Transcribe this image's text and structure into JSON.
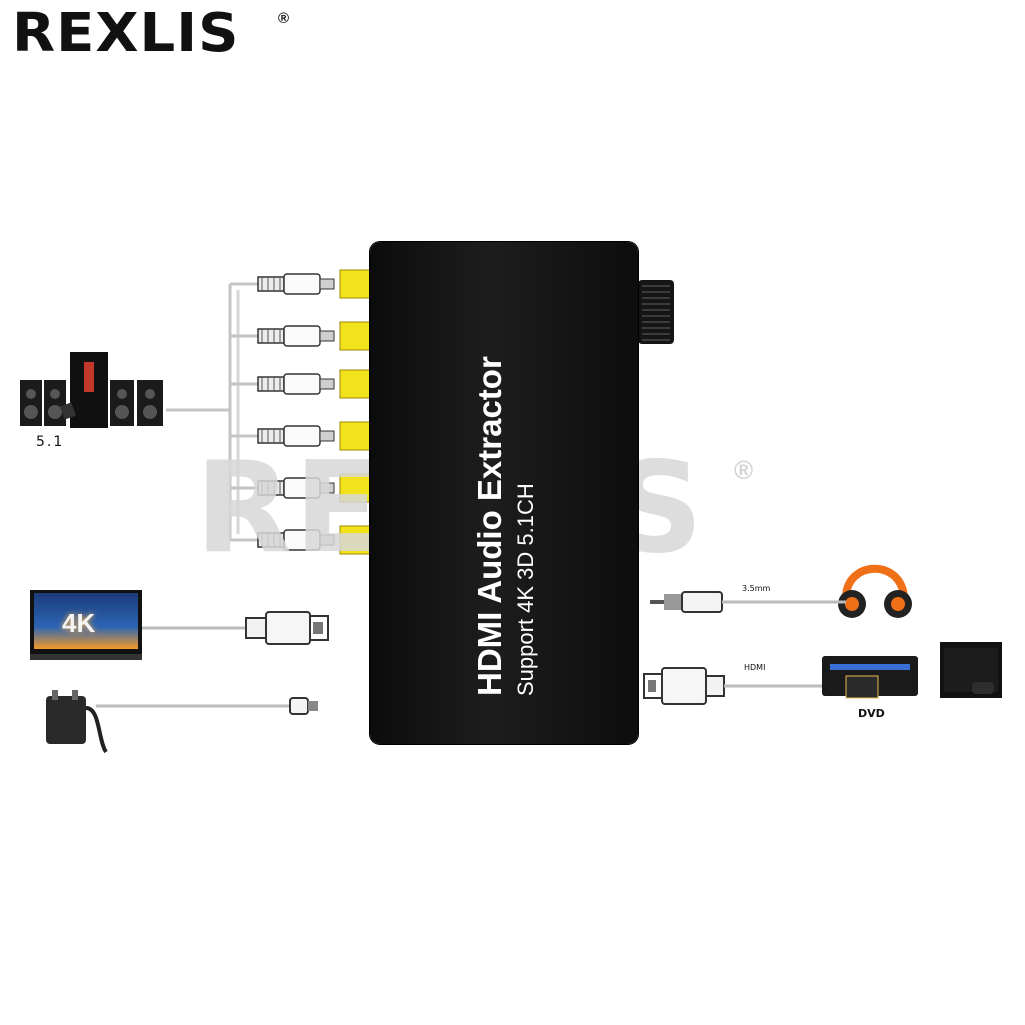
{
  "brand": {
    "name": "REXLIS",
    "reg_mark": "®"
  },
  "watermark": {
    "text": "REXLIS",
    "reg_mark": "®"
  },
  "device": {
    "title": "HDMI Audio Extractor",
    "subtitle": "Support 4K 3D 5.1CH"
  },
  "labels": {
    "speakers": "5.1",
    "headphone_cable": "3.5mm",
    "hdmi_cable": "HDMI",
    "dvd": "DVD",
    "tv_badge": "4K"
  },
  "colors": {
    "device_body": "#111111",
    "rca_port": "#f2e21c",
    "cable": "#bdbdbd",
    "headphone_orange": "#f07018",
    "watermark": "#d8d8d8"
  },
  "icons": {
    "speakers": "speaker-system-icon",
    "tv": "tv-4k-icon",
    "power": "power-adapter-icon",
    "headphones": "headphones-icon",
    "dvd": "dvd-player-icon",
    "console": "game-console-icon"
  }
}
